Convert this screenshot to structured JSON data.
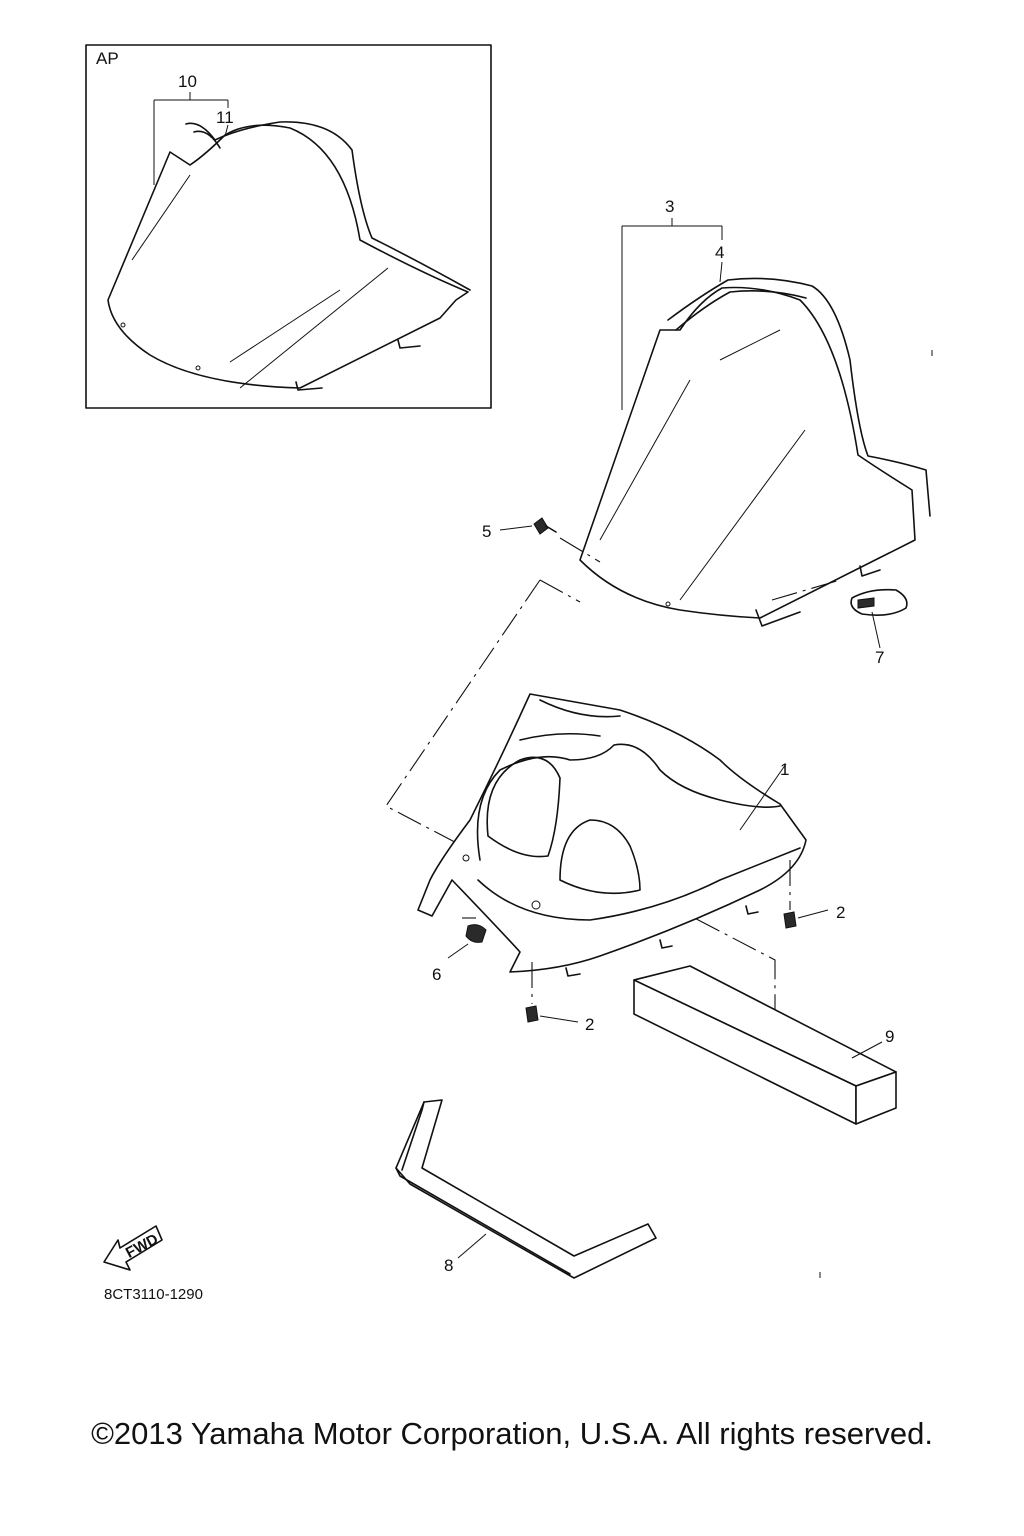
{
  "inset": {
    "label": "AP"
  },
  "callouts": {
    "c1": "1",
    "c2a": "2",
    "c2b": "2",
    "c3": "3",
    "c4": "4",
    "c5": "5",
    "c6": "6",
    "c7": "7",
    "c8": "8",
    "c9": "9",
    "c10": "10",
    "c11": "11"
  },
  "fwd_arrow": {
    "label": "FWD"
  },
  "diagram_code": "8CT3110-1290",
  "copyright": "©2013 Yamaha Motor Corporation, U.S.A. All rights reserved."
}
